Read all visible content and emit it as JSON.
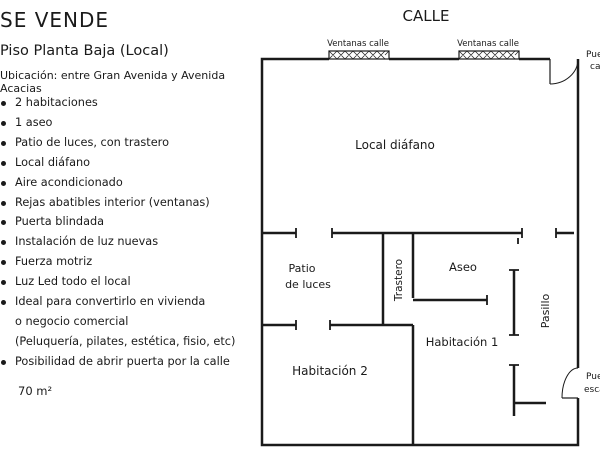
{
  "header": {
    "title": "SE VENDE",
    "subtitle": "Piso Planta Baja (Local)",
    "location": "Ubicación: entre Gran Avenida y Avenida Acacias"
  },
  "features": [
    {
      "text": "2 habitaciones",
      "bullet": true
    },
    {
      "text": "1 aseo",
      "bullet": true
    },
    {
      "text": "Patio de luces, con trastero",
      "bullet": true
    },
    {
      "text": "Local diáfano",
      "bullet": true
    },
    {
      "text": "Aire acondicionado",
      "bullet": true
    },
    {
      "text": "Rejas abatibles interior (ventanas)",
      "bullet": true
    },
    {
      "text": "Puerta blindada",
      "bullet": true
    },
    {
      "text": "Instalación de luz nuevas",
      "bullet": true
    },
    {
      "text": "Fuerza motriz",
      "bullet": true
    },
    {
      "text": "Luz Led todo el local",
      "bullet": true
    },
    {
      "text": "Ideal para convertirlo en vivienda",
      "bullet": true
    },
    {
      "text": "o negocio comercial",
      "bullet": false
    },
    {
      "text": "(Peluquería, pilates, estética, fisio, etc)",
      "bullet": false
    },
    {
      "text": "Posibilidad de abrir puerta por la calle",
      "bullet": true
    }
  ],
  "area": "70 m²",
  "plan": {
    "street_label": "CALLE",
    "window_label_left": "Ventanas calle",
    "window_label_right": "Ventanas calle",
    "door_top_label_1": "Pue",
    "door_top_label_2": "ca",
    "door_bottom_label_1": "Pue",
    "door_bottom_label_2": "esca",
    "rooms": {
      "local": "Local diáfano",
      "patio_1": "Patio",
      "patio_2": "de luces",
      "trastero": "Trastero",
      "aseo": "Aseo",
      "pasillo": "Pasillo",
      "habitacion1": "Habitación 1",
      "habitacion2": "Habitación 2"
    }
  }
}
